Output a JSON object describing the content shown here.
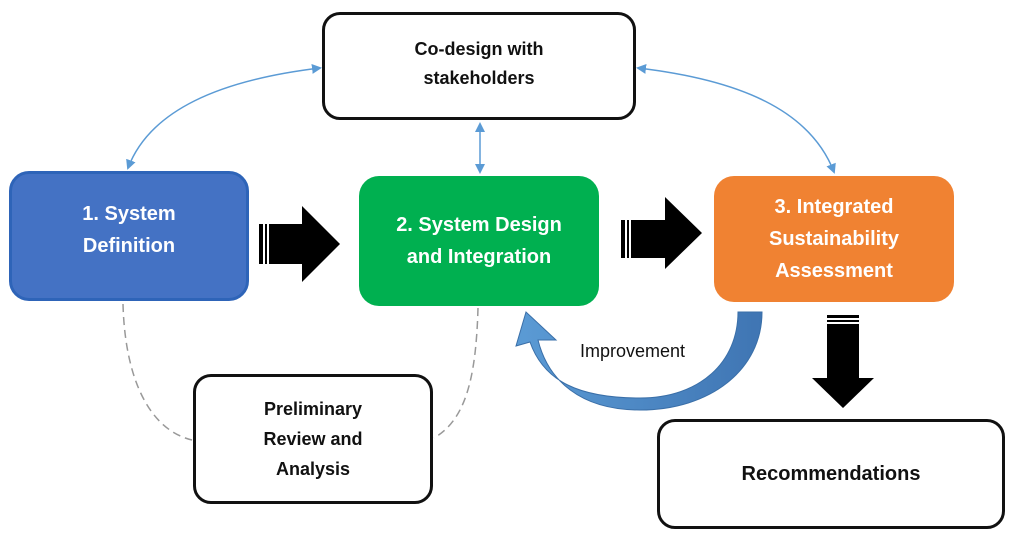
{
  "diagram": {
    "codesign": {
      "line1": "Co-design with",
      "line2": "stakeholders"
    },
    "step1": {
      "line1": "1. System",
      "line2": "Definition",
      "color": "#4472c4"
    },
    "step2": {
      "line1": "2. System Design",
      "line2": "and Integration",
      "color": "#00b050"
    },
    "step3": {
      "line1": "3. Integrated",
      "line2": "Sustainability",
      "line3": "Assessment",
      "color": "#f08232"
    },
    "preliminary": {
      "line1": "Preliminary",
      "line2": "Review and",
      "line3": "Analysis"
    },
    "recommendations": {
      "label": "Recommendations"
    },
    "improvement_label": "Improvement",
    "colors": {
      "connector": "#5b9bd5",
      "improvement_arrow": "#4a86c5",
      "flow_arrow": "#000000",
      "dashed_line": "#999999"
    }
  }
}
